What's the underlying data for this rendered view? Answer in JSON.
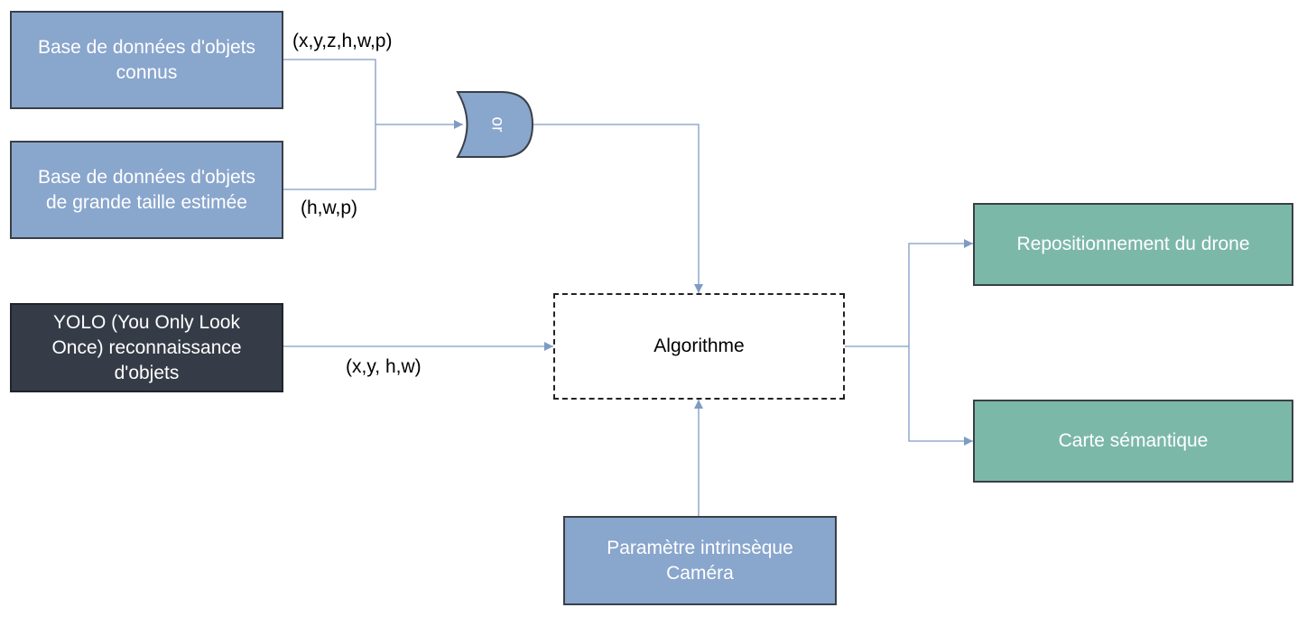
{
  "colors": {
    "database_fill": "#89a6cd",
    "yolo_fill": "#353c47",
    "output_fill": "#7cb8a8",
    "connector": "#7f9bc4",
    "gate_fill": "#89a6cd"
  },
  "nodes": {
    "db_known": {
      "label": "Base de données d'objets\nconnus"
    },
    "db_large": {
      "label": "Base de données d'objets\nde grande taille estimée"
    },
    "yolo": {
      "label": "YOLO (You Only Look\nOnce) reconnaissance\nd'objets"
    },
    "algorithm": {
      "label": "Algorithme"
    },
    "camera": {
      "label": "Paramètre intrinsèque\nCaméra"
    },
    "drone": {
      "label": "Repositionnement du drone"
    },
    "map": {
      "label": "Carte sémantique"
    }
  },
  "gate": {
    "label": "or"
  },
  "edge_labels": {
    "known": "(x,y,z,h,w,p)",
    "large": "(h,w,p)",
    "yolo": "(x,y, h,w)"
  }
}
